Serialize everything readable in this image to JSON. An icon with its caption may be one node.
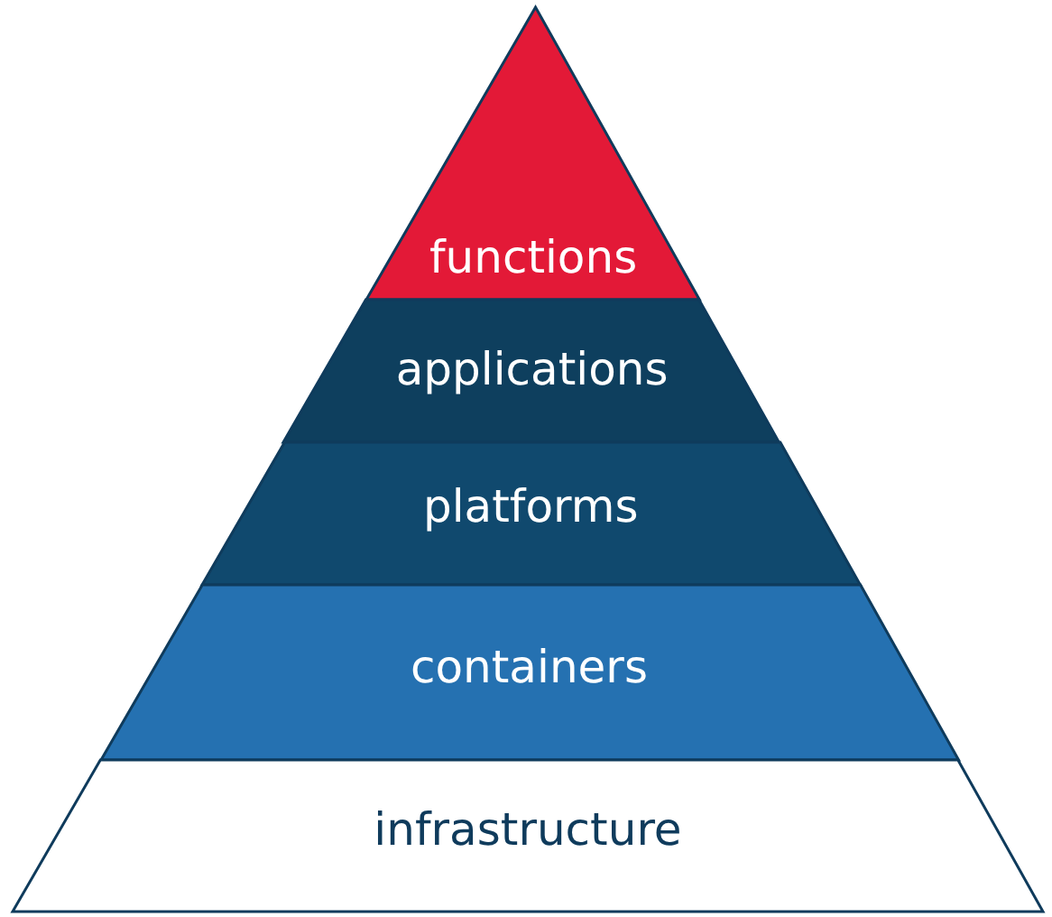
{
  "diagram": {
    "nodes": [
      {
        "text": [
          "functions"
        ]
      },
      {
        "text": [
          "applications"
        ]
      },
      {
        "text": [
          "platforms"
        ]
      },
      {
        "text": [
          "containers"
        ]
      },
      {
        "text": [
          "infrastructure"
        ]
      }
    ]
  }
}
